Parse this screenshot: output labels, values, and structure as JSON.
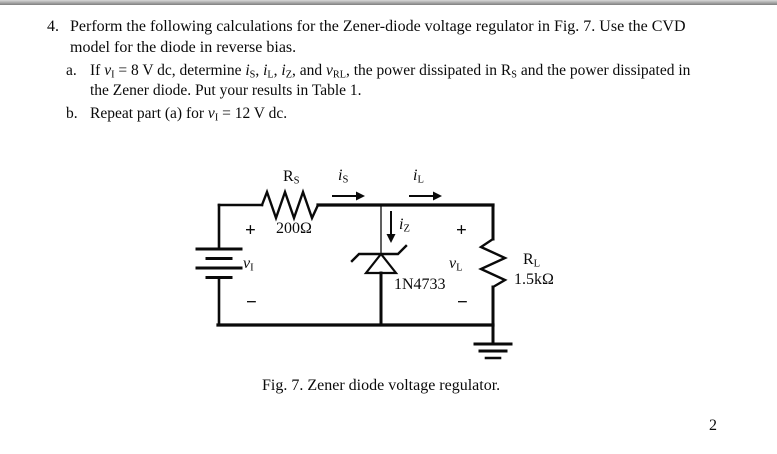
{
  "text": {
    "q4_label": "4.",
    "q4_line1": [
      [
        "n",
        "Perform the following calculations for the Zener-diode voltage regulator in Fig. 7. Use the CVD"
      ]
    ],
    "q4_line2": [
      [
        "n",
        "model for the diode in reverse bias."
      ]
    ],
    "a_label": "a.",
    "a_line1": [
      [
        "n",
        "If "
      ],
      [
        "i",
        "v"
      ],
      [
        "s",
        "I"
      ],
      [
        "n",
        " = 8 V dc, determine "
      ],
      [
        "i",
        "i"
      ],
      [
        "s",
        "S"
      ],
      [
        "n",
        ", "
      ],
      [
        "i",
        "i"
      ],
      [
        "s",
        "L"
      ],
      [
        "n",
        ", "
      ],
      [
        "i",
        "i"
      ],
      [
        "s",
        "Z"
      ],
      [
        "n",
        ", and "
      ],
      [
        "i",
        "v"
      ],
      [
        "s",
        "RL"
      ],
      [
        "n",
        ", the power dissipated in R"
      ],
      [
        "s",
        "S"
      ],
      [
        "n",
        " and the power dissipated in"
      ]
    ],
    "a_line2": [
      [
        "n",
        "the Zener diode. Put your results in Table 1."
      ]
    ],
    "b_label": "b.",
    "b_line": [
      [
        "n",
        "Repeat part (a) for "
      ],
      [
        "i",
        "v"
      ],
      [
        "s",
        "I"
      ],
      [
        "n",
        " = 12 V dc."
      ]
    ]
  },
  "circuit": {
    "rs_label": [
      [
        "n",
        "R"
      ],
      [
        "s",
        "S"
      ]
    ],
    "rs_value": "200Ω",
    "is_label": [
      [
        "i",
        "i"
      ],
      [
        "s",
        "S"
      ]
    ],
    "il_label": [
      [
        "i",
        "i"
      ],
      [
        "s",
        "L"
      ]
    ],
    "iz_label": [
      [
        "i",
        "i"
      ],
      [
        "s",
        "Z"
      ]
    ],
    "source_plus": "+",
    "source_minus": "−",
    "vi_label": [
      [
        "i",
        "v"
      ],
      [
        "s",
        "I"
      ]
    ],
    "load_plus": "+",
    "load_minus": "−",
    "vl_label": [
      [
        "i",
        "v"
      ],
      [
        "s",
        "L"
      ]
    ],
    "zener_part": "1N4733",
    "rl_label": [
      [
        "n",
        "R"
      ],
      [
        "s",
        "L"
      ]
    ],
    "rl_value": "1.5kΩ"
  },
  "caption": "Fig. 7. Zener diode voltage regulator.",
  "page_number": "2",
  "colors": {
    "ink": "#0a0a0a",
    "scan_bar_top": "#d8d8d8",
    "scan_bar_bottom": "#7e7e7e"
  }
}
